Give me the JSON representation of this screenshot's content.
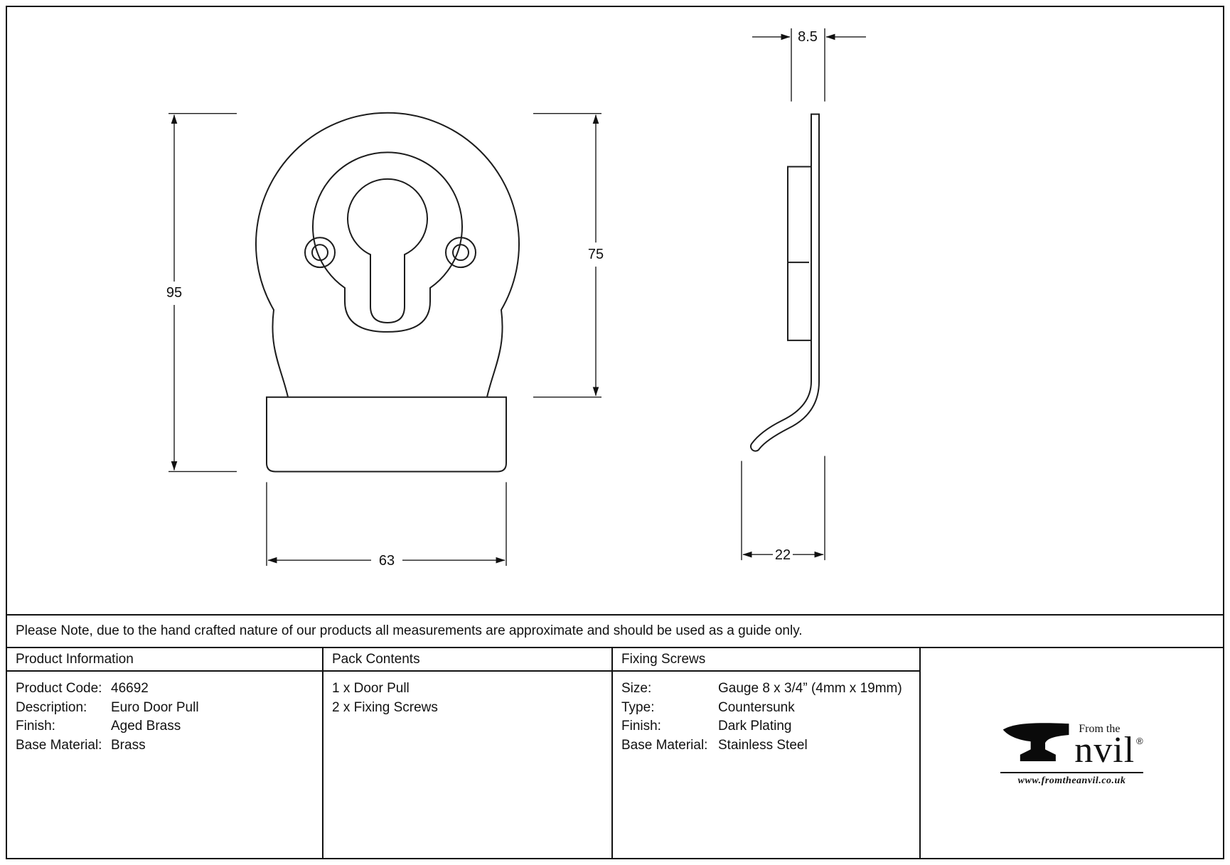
{
  "drawing": {
    "dims": {
      "front_height": "95",
      "front_inner_height": "75",
      "front_width": "63",
      "side_thickness": "8.5",
      "side_depth": "22"
    }
  },
  "note": "Please Note, due to the hand crafted nature of our products all measurements are approximate and should be used as a guide only.",
  "table": {
    "product_info": {
      "header": "Product Information",
      "rows": [
        {
          "label": "Product Code:",
          "value": "46692"
        },
        {
          "label": "Description:",
          "value": "Euro Door Pull"
        },
        {
          "label": "Finish:",
          "value": "Aged Brass"
        },
        {
          "label": "Base Material:",
          "value": "Brass"
        }
      ]
    },
    "pack_contents": {
      "header": "Pack Contents",
      "items": [
        "1 x Door Pull",
        "2 x Fixing Screws"
      ]
    },
    "fixing_screws": {
      "header": "Fixing Screws",
      "rows": [
        {
          "label": "Size:",
          "value": "Gauge 8 x 3/4” (4mm x 19mm)"
        },
        {
          "label": "Type:",
          "value": "Countersunk"
        },
        {
          "label": "Finish:",
          "value": "Dark Plating"
        },
        {
          "label": "Base Material:",
          "value": "Stainless Steel"
        }
      ]
    }
  },
  "logo": {
    "tagline": "From the",
    "brand": "Anvil",
    "brand_after_icon": "nvil",
    "registered": "®",
    "website": "www.fromtheanvil.co.uk"
  }
}
